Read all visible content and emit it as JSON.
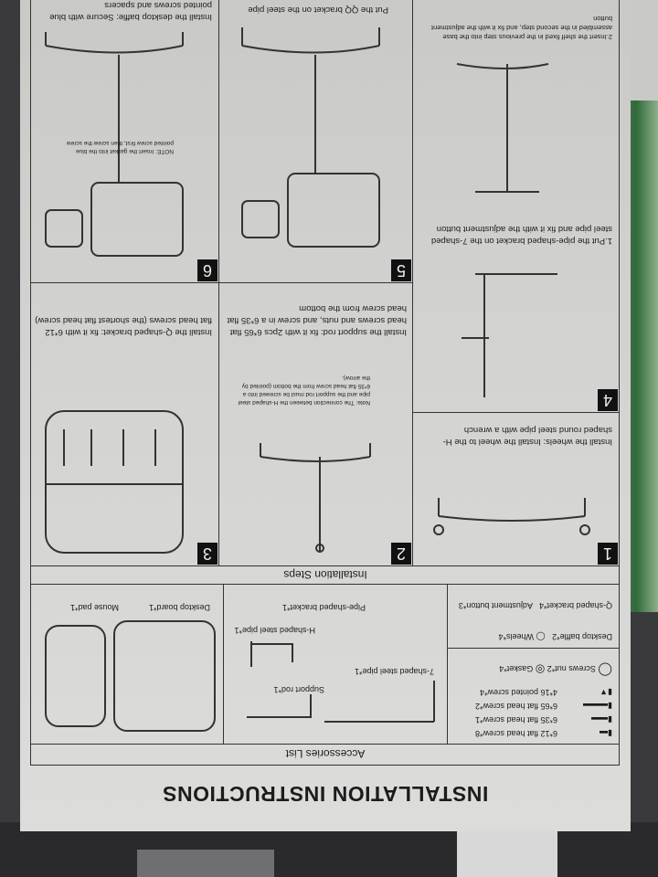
{
  "title": "INSTALLATION INSTRUCTIONS",
  "accessories": {
    "heading": "Accessories List",
    "screws": [
      "6*12 flat head screw*8",
      "6*35 flat head screw*1",
      "6*65 flat head screw*2",
      "4*16 pointed screw*4"
    ],
    "screws_nut": "Screws nut*2",
    "gasket": "Gasket*4",
    "desktop_baffle": "Desktop baffle*2",
    "wheels": "Wheels*4",
    "q_bracket": "Q-shaped bracket*4",
    "adjustment_button": "Adjustment button*3",
    "seven_pipe": "7-shaped steel pipe*1",
    "support_rod": "Support rod*1",
    "h_pipe": "H-shaped steel pipe*1",
    "pipe_bracket": "Pipe-shaped bracket*1",
    "desktop_board": "Desktop board*1",
    "mouse_pad": "Mouse pad*1"
  },
  "steps_heading": "Installation Steps",
  "steps": [
    {
      "num": "1",
      "text": "Install the wheels: Install the wheel to the H-shaped round steel pipe with a wrench"
    },
    {
      "num": "2",
      "text": "Install the support rod: fix it with 2pcs 6*65 flat head screws and nuts, and screw in a 6*35 flat head screw from the bottom",
      "note": "Note: The connection between the H-shaped steel pipe and the support rod must be screwed into a 6*35 flat head screw from the bottom (pointed by the arrow)."
    },
    {
      "num": "3",
      "text": "Install the Q-shaped bracket: fix it with 6*12 flat head screws (the shortest flat head screw)"
    },
    {
      "num": "4",
      "text": "1.Put the pipe-shaped bracket on the 7-shaped steel pipe and fix it with the adjustment button",
      "text2": "2.Insert the shelf fixed in the previous step into the base assembled in the second step, and fix it with the adjustment button"
    },
    {
      "num": "5",
      "text": "Put the QQ bracket on the steel pipe"
    },
    {
      "num": "6",
      "text": "Install the desktop baffle: Secure with blue pointed screws and spacers",
      "note": "NOTE: Insert the gasket into the blue pointed screw first, then screw the screw"
    }
  ]
}
